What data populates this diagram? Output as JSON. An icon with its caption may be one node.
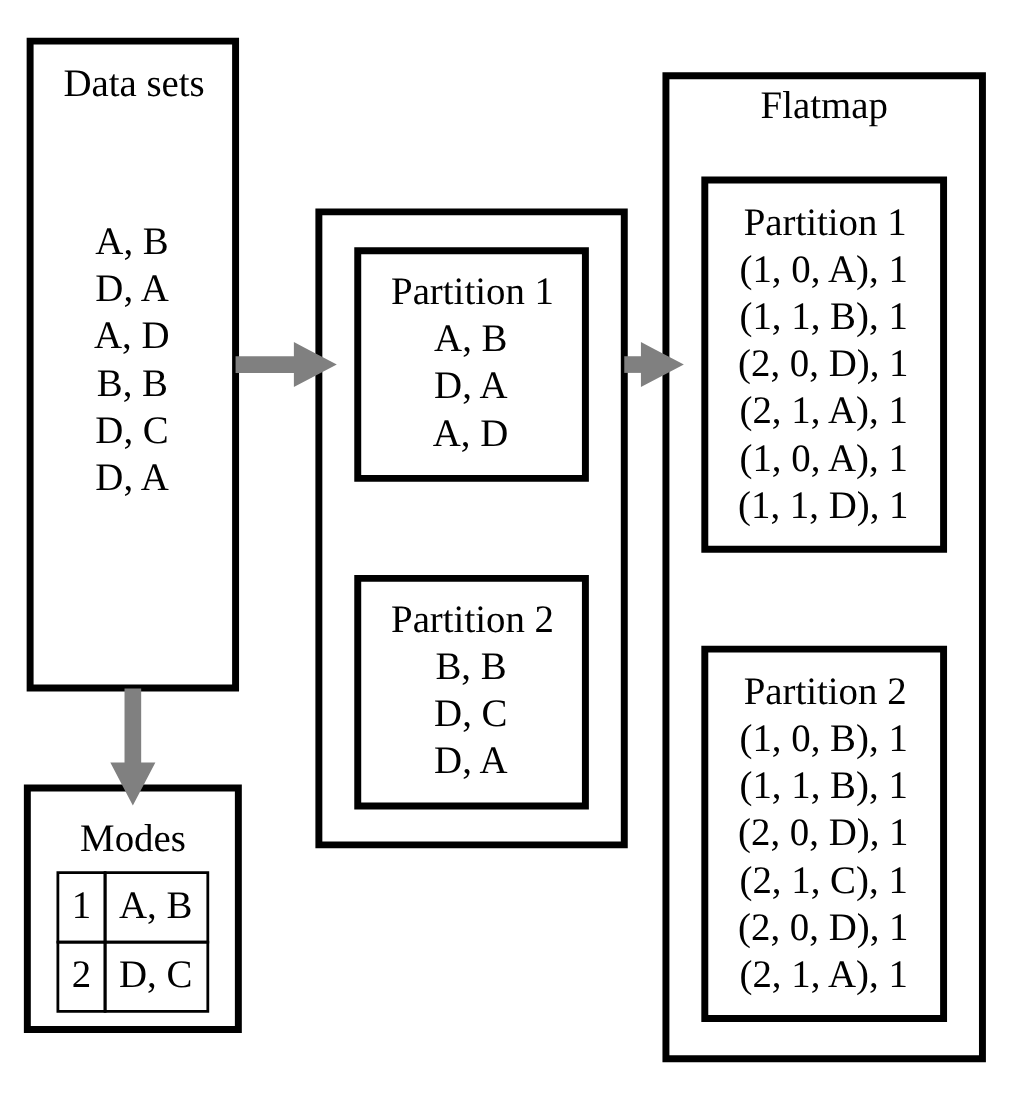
{
  "diagram": {
    "nodes": [
      {
        "text": [
          "Data sets",
          "A, B",
          "D, A",
          "A, D",
          "B, B",
          "D, C",
          "D, A"
        ]
      },
      {
        "text": [],
        "shape": "box"
      },
      {
        "text": [
          "Partition 1",
          "A, B",
          "D, A",
          "A, D"
        ],
        "in": 1
      },
      {
        "text": [
          "Partition 2",
          "B, B",
          "D, C",
          "D, A"
        ],
        "in": 1
      },
      {
        "text": [
          "Flatmap"
        ]
      },
      {
        "text": [
          "Partition 1",
          "(1, 0, A), 1",
          "(1, 1, B), 1",
          "(2, 0, D), 1",
          "(2, 1, A), 1",
          "(1, 0, A), 1",
          "(1, 1, D), 1"
        ],
        "in": 4
      },
      {
        "text": [
          "Partition 2",
          "(1, 0, B), 1",
          "(1, 1, B), 1",
          "(2, 0, D), 1",
          "(2, 1, C), 1",
          "(2, 0, D), 1",
          "(2, 1, A), 1"
        ],
        "in": 4
      },
      {
        "text": [
          "Modes",
          "1",
          "A, B",
          "2",
          "D, C"
        ]
      }
    ],
    "edges": [
      {
        "from": 0,
        "to": 1,
        "arrow": "to"
      },
      {
        "from": 1,
        "to": 4,
        "arrow": "to"
      },
      {
        "from": 0,
        "to": 7,
        "arrow": "to"
      }
    ]
  }
}
